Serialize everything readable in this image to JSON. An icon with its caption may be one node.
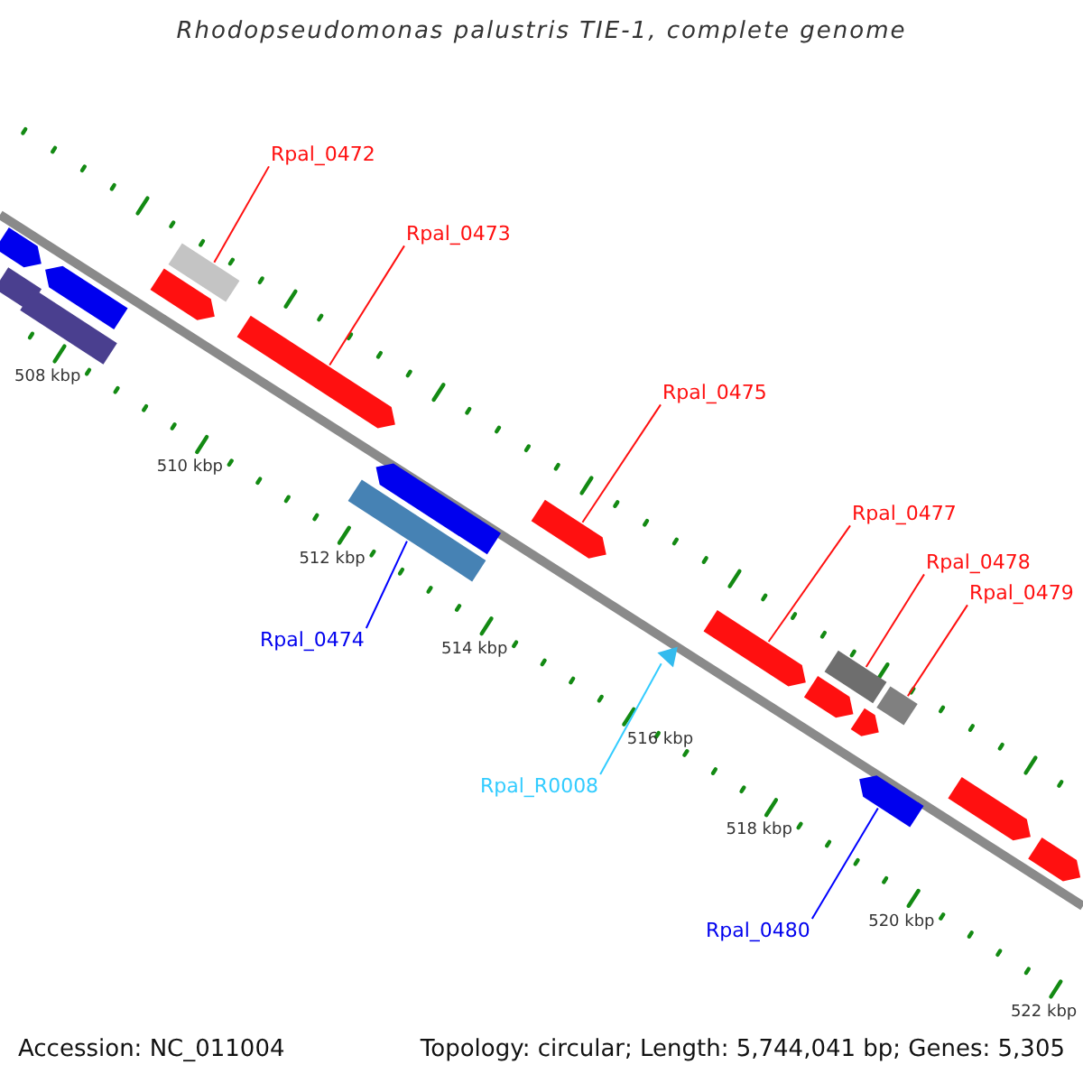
{
  "diagram": {
    "title": "Rhodopseudomonas palustris TIE-1, complete genome",
    "nodes": [
      {
        "text": [
          "Rpal_0472"
        ]
      },
      {
        "text": [
          "Rpal_0473"
        ]
      },
      {
        "text": [
          "Rpal_0475"
        ]
      },
      {
        "text": [
          "Rpal_0477"
        ]
      },
      {
        "text": [
          "Rpal_0478"
        ]
      },
      {
        "text": [
          "Rpal_0479"
        ]
      },
      {
        "text": [
          "Rpal_0474"
        ]
      },
      {
        "text": [
          "Rpal_R0008"
        ]
      },
      {
        "text": [
          "Rpal_0480"
        ]
      },
      {
        "text": [],
        "shape": "arrow"
      },
      {
        "text": [],
        "shape": "arrow"
      },
      {
        "text": [],
        "shape": "box"
      },
      {
        "text": [],
        "shape": "box"
      },
      {
        "text": [],
        "shape": "box"
      },
      {
        "text": [],
        "shape": "arrow"
      },
      {
        "text": [],
        "shape": "arrow"
      },
      {
        "text": [],
        "shape": "arrow"
      },
      {
        "text": [],
        "shape": "box"
      },
      {
        "text": [],
        "shape": "arrow"
      },
      {
        "text": [],
        "shape": "triangle"
      },
      {
        "text": [],
        "shape": "arrow"
      },
      {
        "text": [],
        "shape": "box"
      },
      {
        "text": [],
        "shape": "arrow"
      },
      {
        "text": [],
        "shape": "box"
      },
      {
        "text": [],
        "shape": "arrow"
      },
      {
        "text": [],
        "shape": "arrow"
      },
      {
        "text": [],
        "shape": "arrow"
      },
      {
        "text": [],
        "shape": "arrow"
      }
    ],
    "edges": [
      {
        "from": 0,
        "to": 13,
        "arrow": "none"
      },
      {
        "from": 1,
        "to": 15,
        "arrow": "none"
      },
      {
        "from": 2,
        "to": 18,
        "arrow": "none"
      },
      {
        "from": 3,
        "to": 20,
        "arrow": "none"
      },
      {
        "from": 4,
        "to": 21,
        "arrow": "none"
      },
      {
        "from": 5,
        "to": 23,
        "arrow": "none"
      },
      {
        "from": 6,
        "to": 17,
        "arrow": "none",
        "color": "#0000ff"
      },
      {
        "from": 7,
        "to": 19,
        "arrow": "none",
        "color": "#33ccff"
      },
      {
        "from": 8,
        "to": 25,
        "arrow": "none",
        "color": "#0000ff"
      }
    ],
    "labels": [
      "508 kbp",
      "510 kbp",
      "512 kbp",
      "514 kbp",
      "516 kbp",
      "518 kbp",
      "520 kbp",
      "522 kbp",
      "Accession: NC_011004",
      "Topology: circular; Length: 5,744,041 bp; Genes: 5,305"
    ]
  }
}
